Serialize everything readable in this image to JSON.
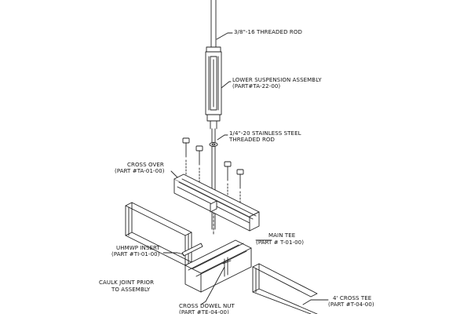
{
  "labels": {
    "threaded_rod": "3/8\"-16 THREADED ROD",
    "lower_suspension_1": "LOWER SUSPENSION ASSEMBLY",
    "lower_suspension_2": "(PART#TA-22-00)",
    "stainless_rod_1": "1/4\"-20 STAINLESS STEEL",
    "stainless_rod_2": "THREADED ROD",
    "cross_over_1": "CROSS OVER",
    "cross_over_2": "(PART #TA-01-00)",
    "main_tee_1": "MAIN TEE",
    "main_tee_2": "(PART # T-01-00)",
    "uhmwp_1": "UHMWP INSERT",
    "uhmwp_2": "(PART #TI-01-00)",
    "caulk_1": "CAULK JOINT PRIOR",
    "caulk_2": "TO ASSEMBLY",
    "dowel_1": "CROSS DOWEL NUT",
    "dowel_2": "(PART #TE-04-00)",
    "cross_tee_1": "4' CROSS TEE",
    "cross_tee_2": "(PART #T-04-00)"
  },
  "colors": {
    "line": "#222222",
    "panel_fill": "#ffffff",
    "background": "#ffffff"
  },
  "icons": [
    "screw-icon",
    "washer-icon",
    "turnbuckle-icon"
  ]
}
